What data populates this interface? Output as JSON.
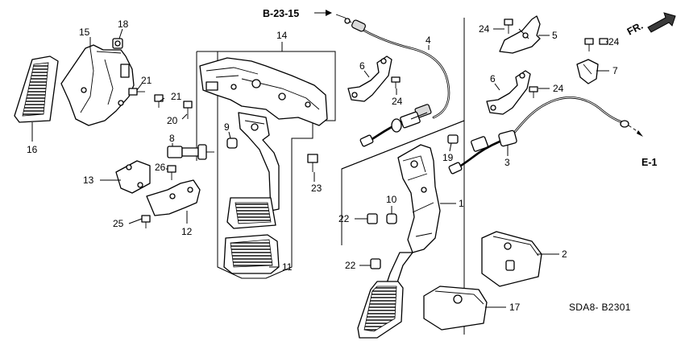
{
  "diagram": {
    "refs": {
      "top": "B-23-15",
      "right": "E-1",
      "fr": "FR."
    },
    "code": "SDA8- B2301",
    "callouts": {
      "c1": "1",
      "c2": "2",
      "c3": "3",
      "c4": "4",
      "c5": "5",
      "c6a": "6",
      "c6b": "6",
      "c7": "7",
      "c8": "8",
      "c9": "9",
      "c10": "10",
      "c11": "11",
      "c12": "12",
      "c13": "13",
      "c14": "14",
      "c15": "15",
      "c16": "16",
      "c17": "17",
      "c18": "18",
      "c19": "19",
      "c20": "20",
      "c21a": "21",
      "c21b": "21",
      "c22a": "22",
      "c22b": "22",
      "c23": "23",
      "c24a": "24",
      "c24b": "24",
      "c24c": "24",
      "c24d": "24",
      "c25": "25",
      "c26": "26"
    }
  }
}
